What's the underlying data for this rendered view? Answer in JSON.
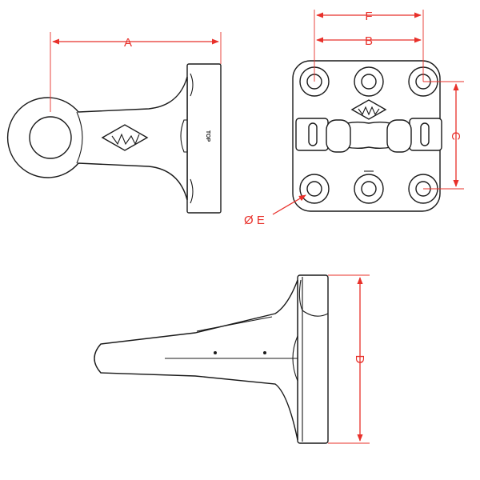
{
  "dimensions": {
    "a": "A",
    "b": "B",
    "c": "C",
    "d": "D",
    "e": "Ø E",
    "f": "F"
  },
  "part_marking": "TOP",
  "colors": {
    "dimension": "#e8302a",
    "outline": "#1a1a1a"
  },
  "icons": {
    "logo": "diamond-w-logo-icon"
  }
}
